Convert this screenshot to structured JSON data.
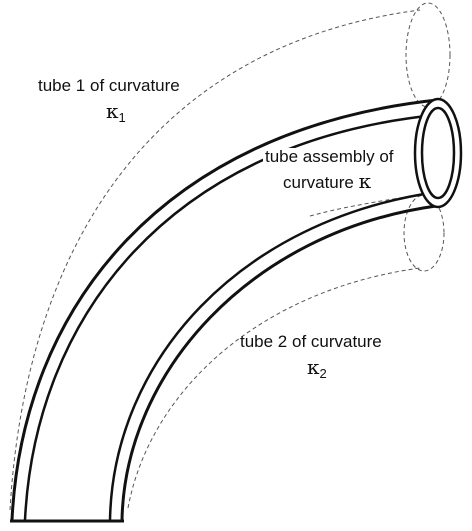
{
  "labels": {
    "tube1": {
      "text": "tube 1 of curvature",
      "symbol": "κ",
      "subscript": "1"
    },
    "assembly": {
      "line1": "tube assembly of",
      "line2": "curvature",
      "symbol": "κ"
    },
    "tube2": {
      "text": "tube 2 of curvature",
      "symbol": "κ",
      "subscript": "2"
    }
  },
  "colors": {
    "stroke": "#111111",
    "dashed": "#555555",
    "background": "#ffffff"
  }
}
